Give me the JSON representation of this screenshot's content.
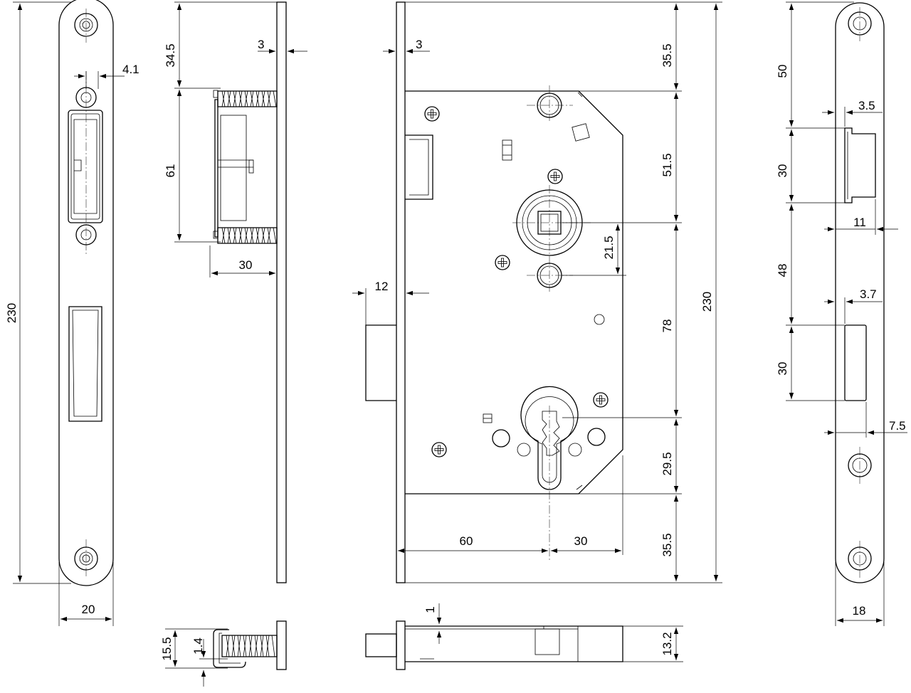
{
  "dimensions": {
    "d_230_left": "230",
    "d_4_1": "4.1",
    "d_20": "20",
    "d_34_5": "34.5",
    "d_3_side": "3",
    "d_61": "61",
    "d_30_side": "30",
    "d_15_5": "15.5",
    "d_1_4": "1.4",
    "d_3_main": "3",
    "d_35_5_top": "35.5",
    "d_51_5": "51.5",
    "d_21_5": "21.5",
    "d_12": "12",
    "d_78": "78",
    "d_230_main": "230",
    "d_29_5": "29.5",
    "d_35_5_bottom": "35.5",
    "d_60": "60",
    "d_30_main": "30",
    "d_1": "1",
    "d_13_2": "13.2",
    "d_50": "50",
    "d_3_5": "3.5",
    "d_30_strike_top": "30",
    "d_11": "11",
    "d_48": "48",
    "d_3_7": "3.7",
    "d_30_strike_bottom": "30",
    "d_7_5": "7.5",
    "d_18": "18"
  }
}
